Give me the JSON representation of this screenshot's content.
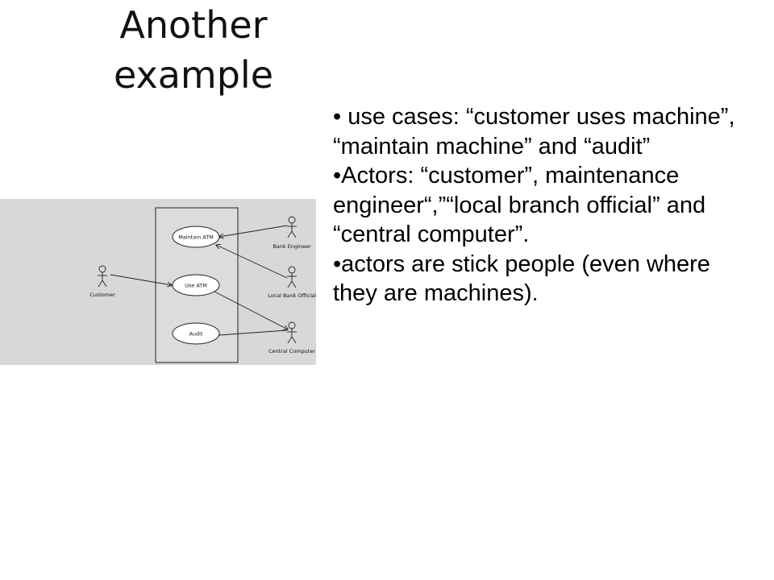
{
  "slide": {
    "title_lines": [
      "Another",
      "example"
    ],
    "bullets": [
      "• use cases: “customer uses machine”, “maintain machine” and “audit”",
      "•Actors: “customer”, maintenance engineer“,”“local branch official” and “central computer”.",
      "•actors are stick people (even where they are machines)."
    ]
  },
  "diagram": {
    "use_cases": [
      "Maintain ATM",
      "Use ATM",
      "Audit"
    ],
    "actors": [
      "Customer",
      "Bank Engineer",
      "Local Bank Official",
      "Central Computer"
    ]
  }
}
